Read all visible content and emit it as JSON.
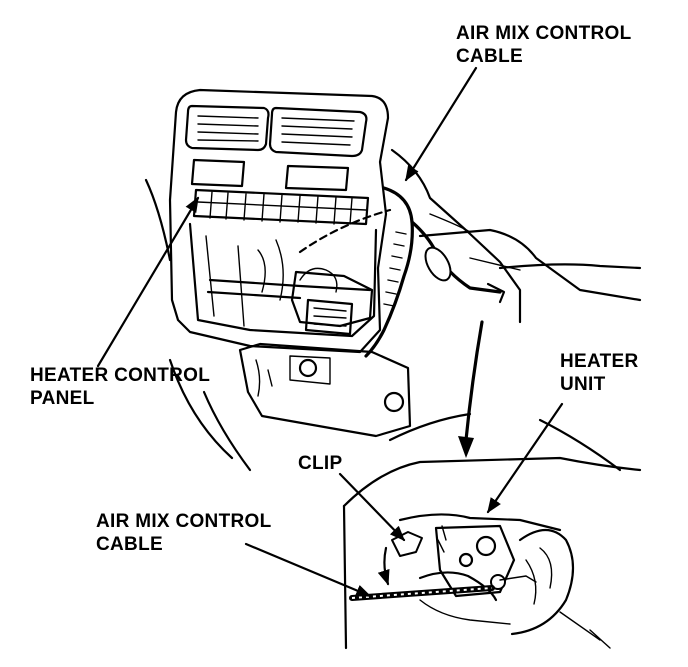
{
  "labels": {
    "air_mix_control_cable_top": [
      "AIR MIX CONTROL",
      "CABLE"
    ],
    "heater_control_panel": [
      "HEATER CONTROL",
      "PANEL"
    ],
    "heater_unit": [
      "HEATER",
      "UNIT"
    ],
    "clip": "CLIP",
    "air_mix_control_cable_bottom": [
      "AIR MIX CONTROL",
      "CABLE"
    ]
  }
}
